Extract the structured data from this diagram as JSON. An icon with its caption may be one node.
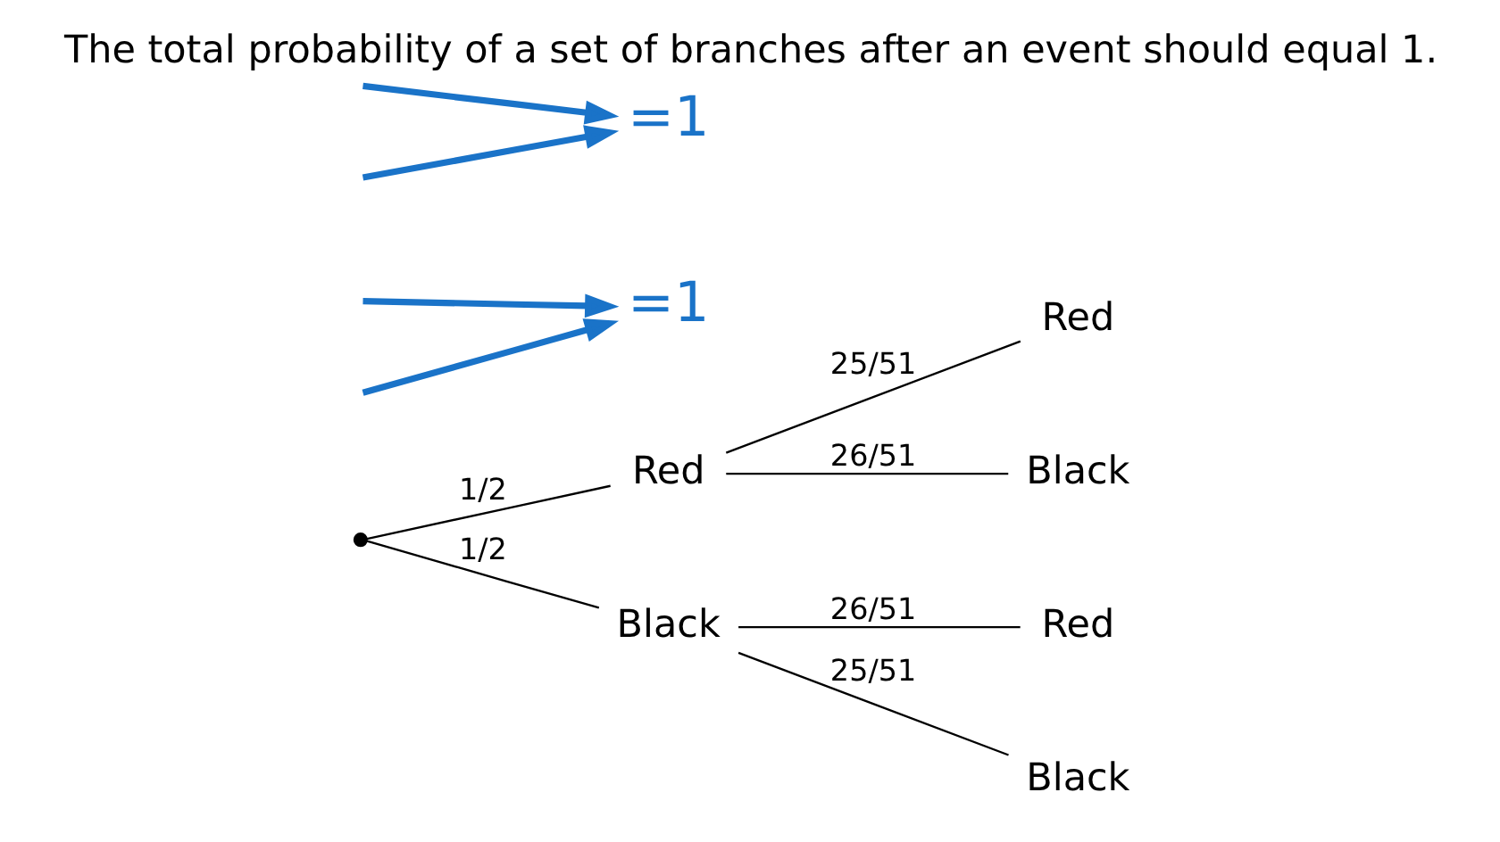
{
  "diagram": {
    "title": "The total probability of a set of branches after an event should equal 1.",
    "nodes": [
      {
        "text": [],
        "shape": "point"
      },
      {
        "text": [
          "Red"
        ]
      },
      {
        "text": [
          "Black"
        ]
      },
      {
        "text": [
          "Red"
        ]
      },
      {
        "text": [
          "Black"
        ]
      },
      {
        "text": [
          "Red"
        ]
      },
      {
        "text": [
          "Black"
        ]
      },
      {
        "text": [
          "=1"
        ]
      },
      {
        "text": [
          "=1"
        ]
      }
    ],
    "edges": [
      {
        "from": 0,
        "to": 1,
        "arrow": "none",
        "label": "1/2"
      },
      {
        "from": 0,
        "to": 2,
        "arrow": "none",
        "label": "1/2"
      },
      {
        "from": 1,
        "to": 3,
        "arrow": "none",
        "label": "25/51"
      },
      {
        "from": 1,
        "to": 4,
        "arrow": "none",
        "label": "26/51"
      },
      {
        "from": 2,
        "to": 5,
        "arrow": "none",
        "label": "26/51"
      },
      {
        "from": 2,
        "to": 6,
        "arrow": "none",
        "label": "25/51"
      },
      {
        "from": null,
        "to": 7,
        "arrow": "to",
        "color": "#1a73c8",
        "style": "thick"
      },
      {
        "from": null,
        "to": 7,
        "arrow": "to",
        "color": "#1a73c8",
        "style": "thick"
      },
      {
        "from": null,
        "to": 8,
        "arrow": "to",
        "color": "#1a73c8",
        "style": "thick"
      },
      {
        "from": null,
        "to": 8,
        "arrow": "to",
        "color": "#1a73c8",
        "style": "thick"
      }
    ]
  }
}
